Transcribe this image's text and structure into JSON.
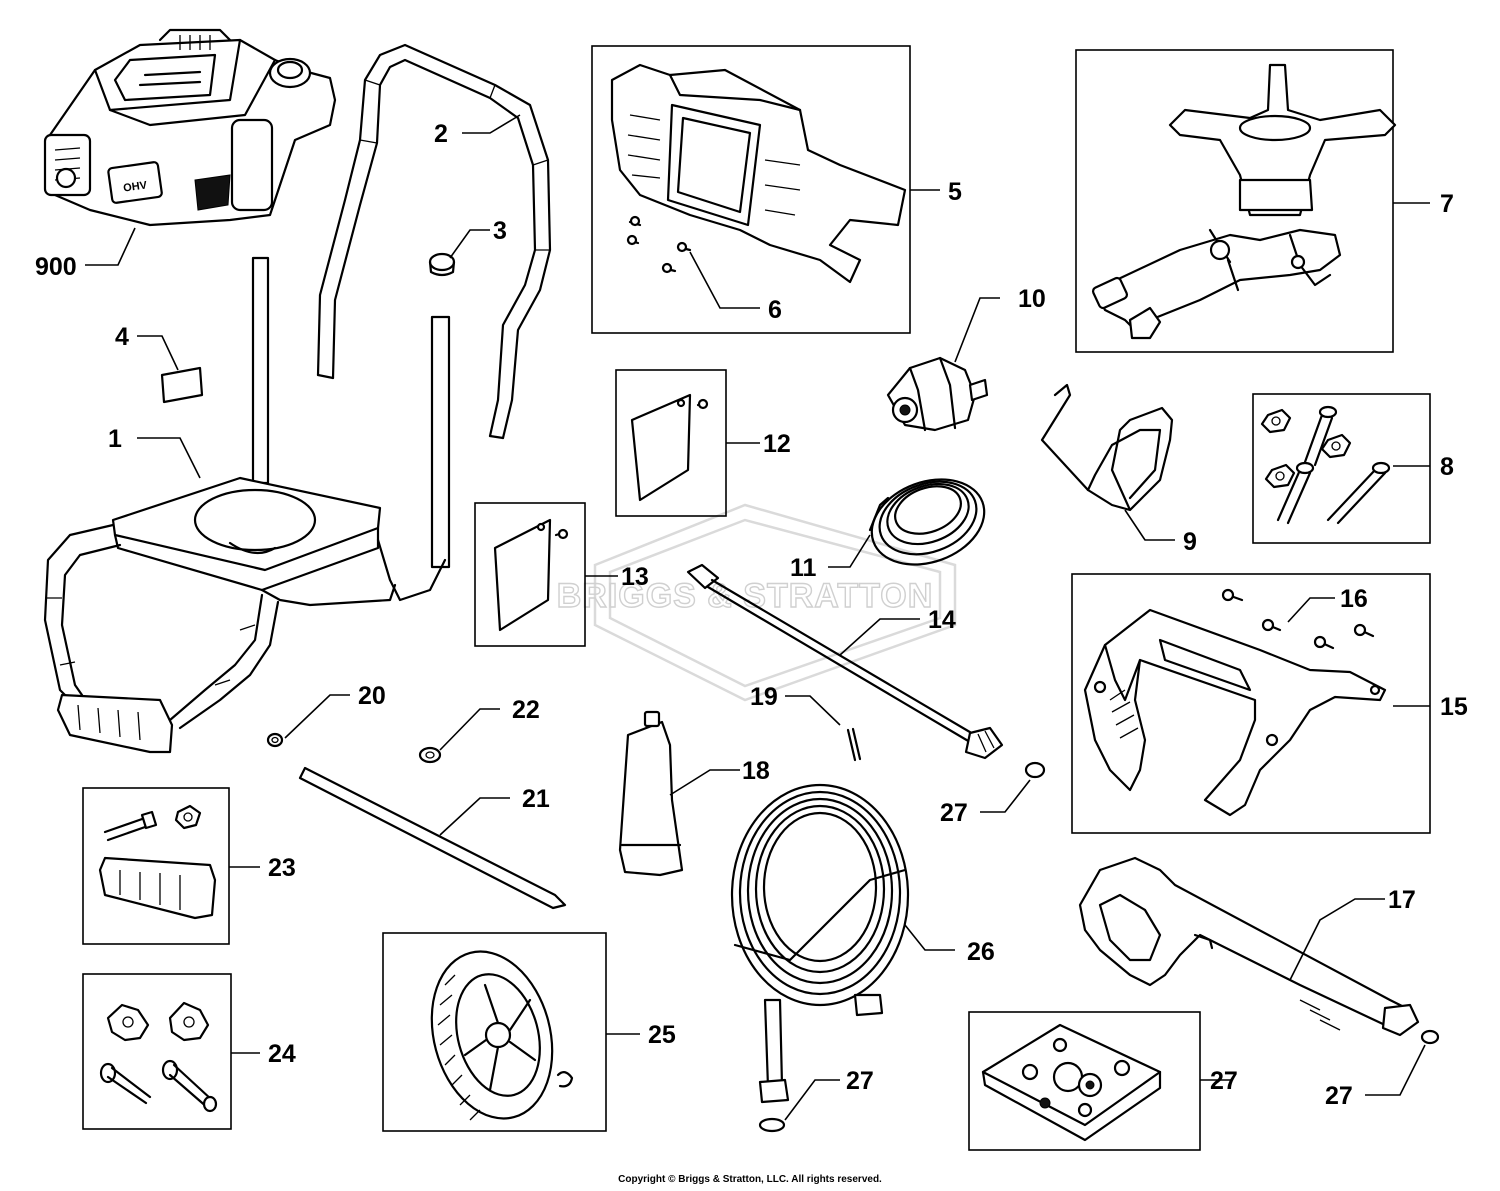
{
  "watermark": {
    "text": "BRIGGS & STRATTON"
  },
  "copyright": "Copyright © Briggs & Stratton, LLC. All rights reserved.",
  "callouts": {
    "c900": "900",
    "c1": "1",
    "c2": "2",
    "c3": "3",
    "c4": "4",
    "c5": "5",
    "c6": "6",
    "c7": "7",
    "c8": "8",
    "c9": "9",
    "c10": "10",
    "c11": "11",
    "c12": "12",
    "c13": "13",
    "c14": "14",
    "c15": "15",
    "c16": "16",
    "c17": "17",
    "c18": "18",
    "c19": "19",
    "c20": "20",
    "c21": "21",
    "c22": "22",
    "c23": "23",
    "c24": "24",
    "c25": "25",
    "c26": "26",
    "c27a": "27",
    "c27b": "27",
    "c27c": "27",
    "c27d": "27"
  },
  "engine_badge": "OHV"
}
